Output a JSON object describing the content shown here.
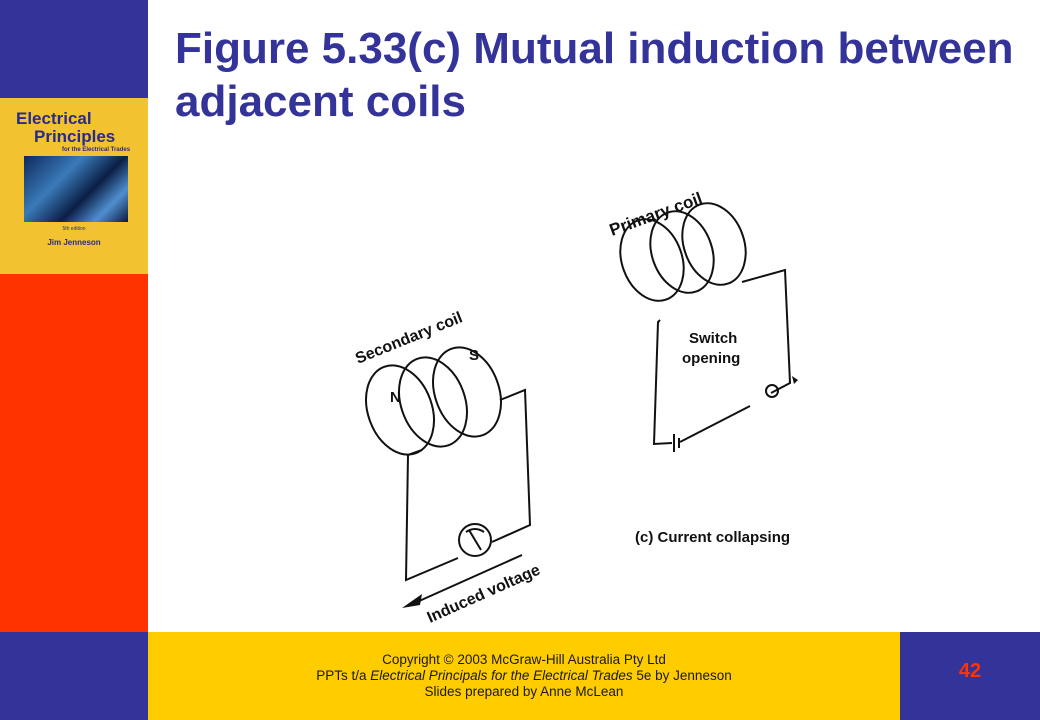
{
  "slide": {
    "title": "Figure 5.33(c)  Mutual induction between adjacent coils",
    "page_number": "42"
  },
  "cover": {
    "title_line1": "Electrical",
    "title_line2": "Principles",
    "subtitle": "for the Electrical Trades",
    "edition": "5th edition",
    "author": "Jim Jenneson"
  },
  "footer": {
    "line1": "Copyright © 2003 McGraw-Hill Australia Pty Ltd",
    "line2_prefix": "PPTs t/a ",
    "line2_italic": "Electrical Principals for the Electrical Trades",
    "line2_suffix": " 5e by Jenneson",
    "line3": "Slides prepared by Anne McLean"
  },
  "diagram": {
    "primary_coil_label": "Primary coil",
    "secondary_coil_label": "Secondary coil",
    "pole_n": "N",
    "pole_s": "S",
    "switch_label_line1": "Switch",
    "switch_label_line2": "opening",
    "induced_voltage_label": "Induced voltage",
    "caption": "(c) Current collapsing"
  },
  "colors": {
    "title_blue": "#333399",
    "accent_red": "#ff3300",
    "footer_yellow": "#ffcc00"
  }
}
